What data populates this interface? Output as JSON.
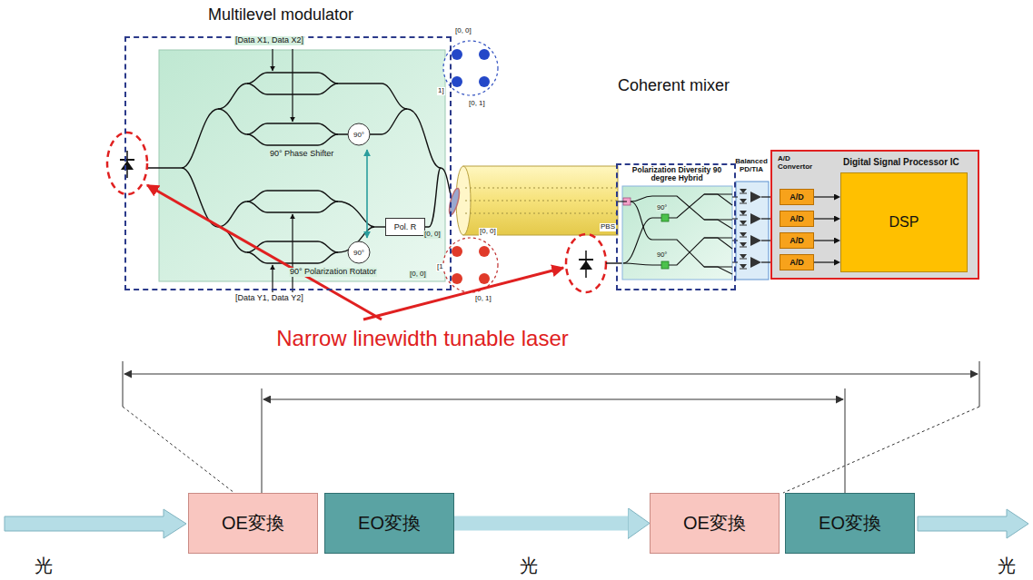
{
  "diagram": {
    "nodes": [
      {
        "text": [
          "Multilevel modulator"
        ]
      },
      {
        "text": [
          "90°"
        ],
        "in": 0
      },
      {
        "text": [
          "Pol. R"
        ],
        "in": 0
      },
      {
        "text": [
          "90°"
        ],
        "in": 0
      },
      {
        "text": [
          "Coherent mixer"
        ]
      },
      {
        "text": [
          "Polarization Diversity 90 degree Hybrid"
        ],
        "in": 4
      },
      {
        "text": [
          "A/D Convertor",
          "Digital Signal Processor IC"
        ]
      },
      {
        "text": [
          "A/D"
        ],
        "in": 6
      },
      {
        "text": [
          "A/D"
        ],
        "in": 6
      },
      {
        "text": [
          "A/D"
        ],
        "in": 6
      },
      {
        "text": [
          "A/D"
        ],
        "in": 6
      },
      {
        "text": [
          "DSP"
        ],
        "in": 6
      },
      {
        "text": [
          "OE変換"
        ]
      },
      {
        "text": [
          "EO変換"
        ]
      },
      {
        "text": [
          "OE変換"
        ]
      },
      {
        "text": [
          "EO変換"
        ]
      }
    ],
    "edges": [
      {
        "from": 7,
        "to": 11,
        "arrow": "to"
      },
      {
        "from": 8,
        "to": 11,
        "arrow": "to"
      },
      {
        "from": 9,
        "to": 11,
        "arrow": "to"
      },
      {
        "from": 10,
        "to": 11,
        "arrow": "to"
      },
      {
        "from": 13,
        "to": 14,
        "arrow": "to"
      }
    ],
    "labels": [
      "[Data X1, Data X2]",
      "90° Phase Shifter",
      "90° Polarization Rotator",
      "[Data Y1, Data Y2]",
      "[0, 0]",
      "1]",
      "[0, 1]",
      "[0, 0]",
      "[0, 0]",
      "[1",
      "[0, 1]",
      "[0, 0]",
      "PBS",
      "90°",
      "90°",
      "Balanced PD/TIA",
      "Narrow linewidth tunable laser",
      "光",
      "光",
      "光"
    ]
  }
}
